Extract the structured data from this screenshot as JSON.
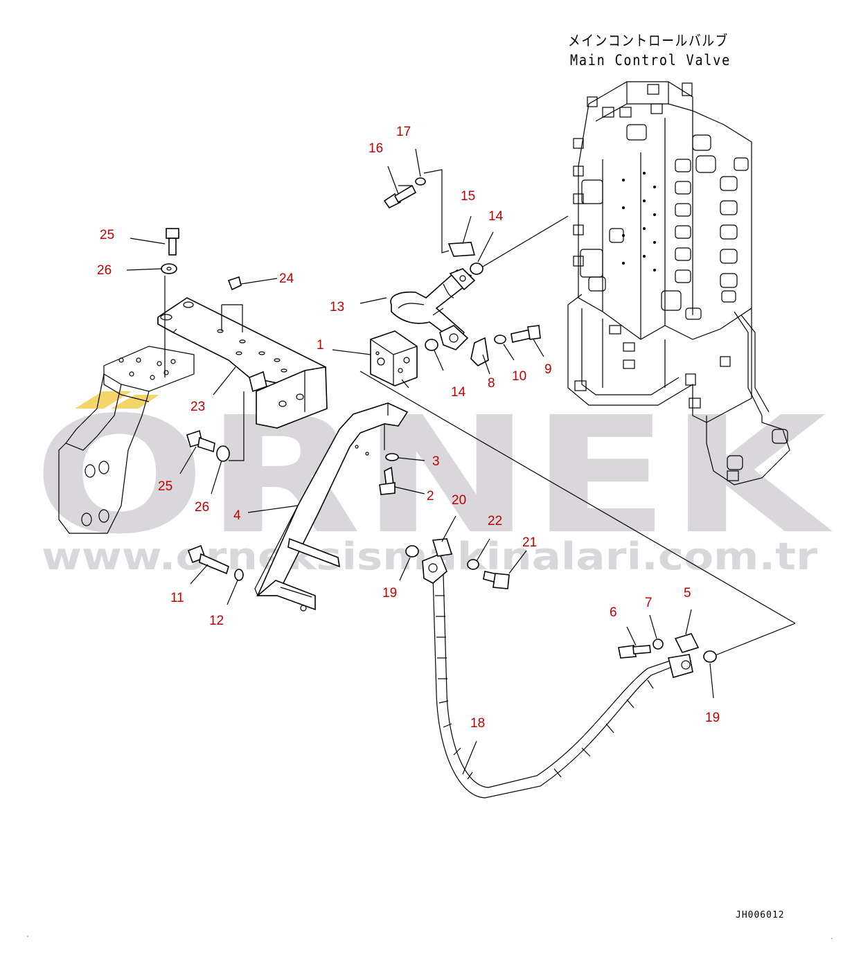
{
  "title": {
    "japanese": "メインコントロールバルブ",
    "english": "Main Control Valve"
  },
  "drawing_code": "JH006012",
  "watermark": {
    "brand": "ORNEK",
    "url": "www.orneksismakinalari.com.tr",
    "color": "#d9d6dc",
    "accent_color": "#f3d56a"
  },
  "callout_color": "#c00000",
  "callouts": [
    "1",
    "2",
    "3",
    "4",
    "5",
    "6",
    "7",
    "8",
    "9",
    "10",
    "11",
    "12",
    "13",
    "14",
    "14",
    "15",
    "16",
    "17",
    "18",
    "19",
    "19",
    "20",
    "21",
    "22",
    "23",
    "24",
    "25",
    "25",
    "26",
    "26"
  ]
}
